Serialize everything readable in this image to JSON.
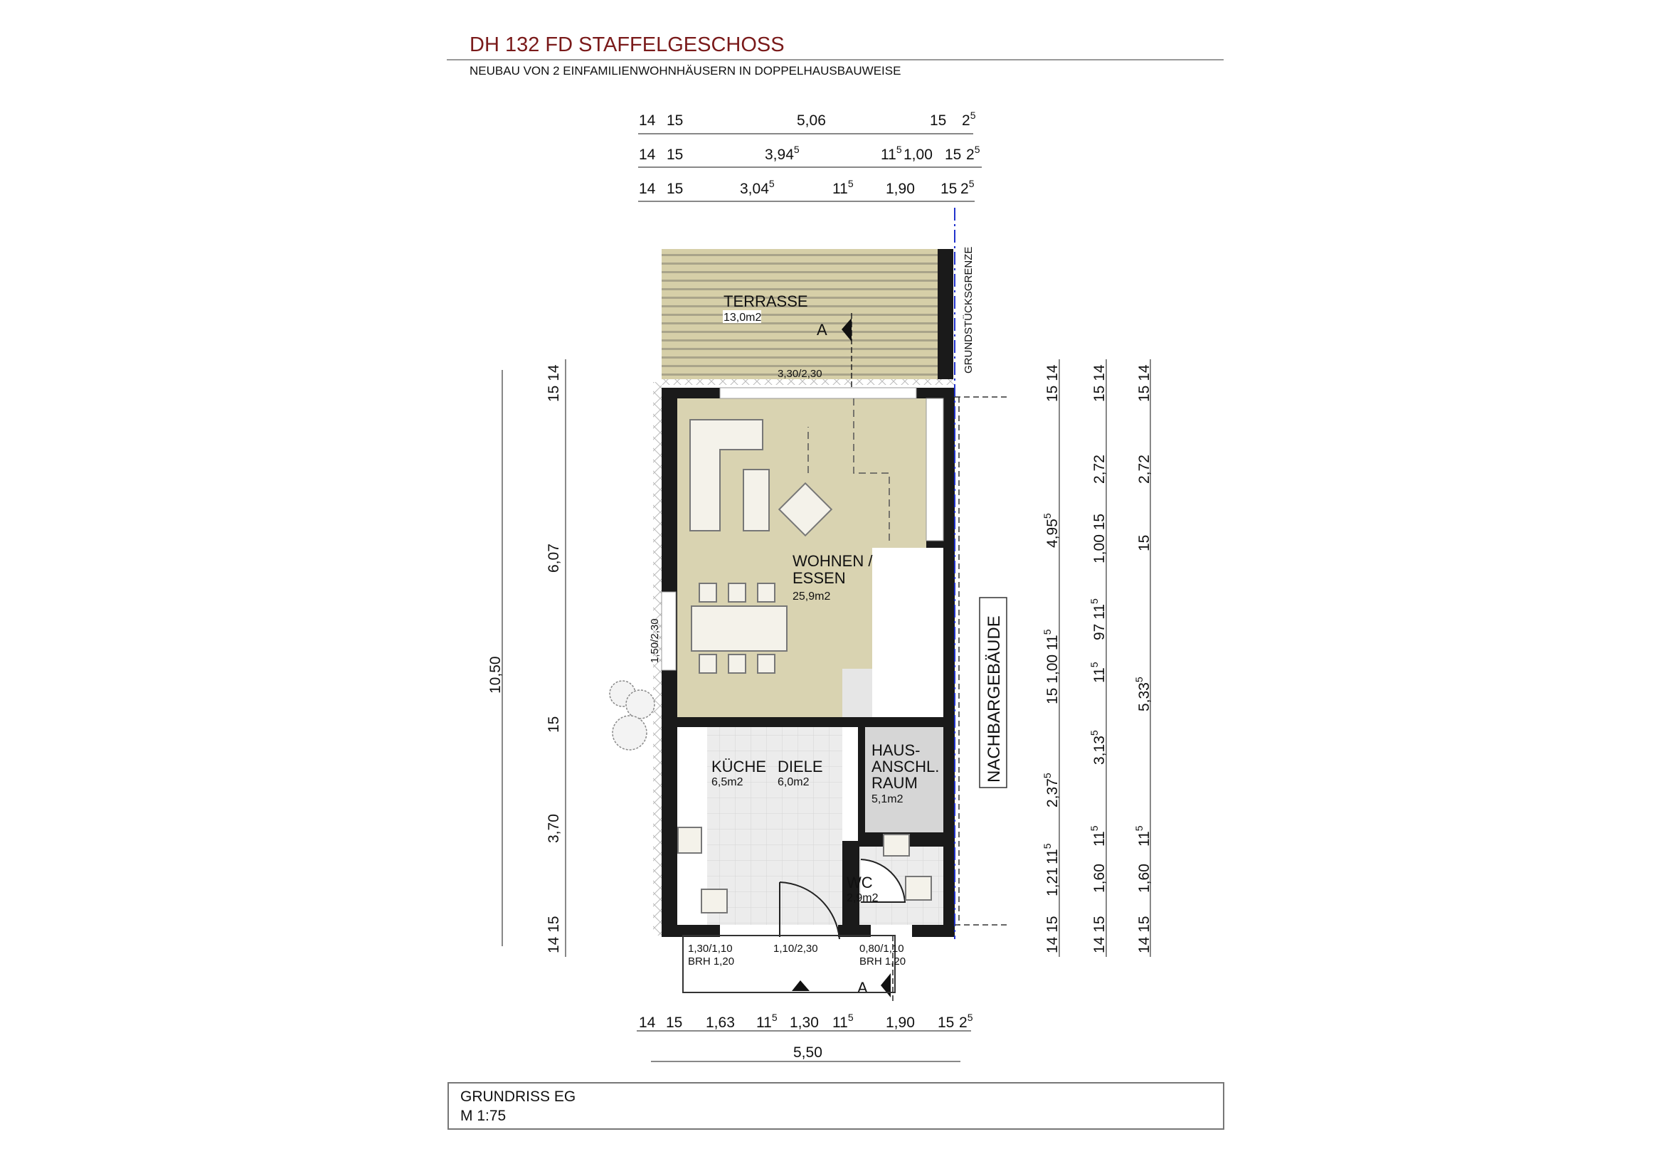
{
  "header": {
    "title": "DH 132 FD STAFFELGESCHOSS",
    "subtitle": "NEUBAU VON 2 EINFAMILIENWOHNHÄUSERN  IN DOPPELHAUSBAUWEISE"
  },
  "colors": {
    "title": "#7a1a1a",
    "living_floor": "#d9d3b1",
    "terrace": "#d4cda6",
    "service_room": "#d6d6d6",
    "tile": "#ececec",
    "boundary": "#2233cc"
  },
  "rooms": {
    "terrace": {
      "name": "TERRASSE",
      "area": "13,0m2"
    },
    "living": {
      "name1": "WOHNEN /",
      "name2": "ESSEN",
      "area": "25,9m2"
    },
    "kitchen": {
      "name": "KÜCHE",
      "area": "6,5m2"
    },
    "hall": {
      "name": "DIELE",
      "area": "6,0m2"
    },
    "utility": {
      "name1": "HAUS-",
      "name2": "ANSCHL.",
      "name3": "RAUM",
      "area": "5,1m2"
    },
    "wc": {
      "name": "WC",
      "area": "2,9m2"
    }
  },
  "openings": {
    "terrace_door": "3,30/2,30",
    "side_window": "1,50/2,30",
    "kitchen_window": "1,30/1,10",
    "kitchen_window_brh": "BRH 1,20",
    "entrance_door": "1,10/2,30",
    "wc_window": "0,80/1,10",
    "wc_window_brh": "BRH 1,20"
  },
  "labels": {
    "section_mark": "A",
    "property_line": "GRUNDSTÜCKSGRENZE",
    "neighbour": "NACHBARGEBÄUDE"
  },
  "dimensions": {
    "top_row1": [
      {
        "t": "14"
      },
      {
        "t": "15"
      },
      {
        "t": "5,06"
      },
      {
        "t": "15"
      },
      {
        "t": "2",
        "sup": "5"
      }
    ],
    "top_row2": [
      {
        "t": "14"
      },
      {
        "t": "15"
      },
      {
        "t": "3,94",
        "sup": "5"
      },
      {
        "t": "11",
        "sup": "5"
      },
      {
        "t": "1,00"
      },
      {
        "t": "15"
      },
      {
        "t": "2",
        "sup": "5"
      }
    ],
    "top_row3": [
      {
        "t": "14"
      },
      {
        "t": "15"
      },
      {
        "t": "3,04",
        "sup": "5"
      },
      {
        "t": "11",
        "sup": "5"
      },
      {
        "t": "1,90"
      },
      {
        "t": "15"
      },
      {
        "t": "2",
        "sup": "5"
      }
    ],
    "bottom_row": [
      {
        "t": "14"
      },
      {
        "t": "15"
      },
      {
        "t": "1,63"
      },
      {
        "t": "11",
        "sup": "5"
      },
      {
        "t": "1,30"
      },
      {
        "t": "11",
        "sup": "5"
      },
      {
        "t": "1,90"
      },
      {
        "t": "15"
      },
      {
        "t": "2",
        "sup": "5"
      }
    ],
    "bottom_total": [
      {
        "t": "5,50"
      }
    ],
    "left_total": [
      {
        "t": "10,50"
      }
    ],
    "left_row": [
      {
        "t": "15 14"
      },
      {
        "t": "6,07"
      },
      {
        "t": "15"
      },
      {
        "t": "3,70"
      },
      {
        "t": "14 15"
      }
    ],
    "right_col1": [
      {
        "t": "15 14"
      },
      {
        "t": "4,95",
        "sup": "5"
      },
      {
        "t": "15 1,00 11",
        "sup": "5"
      },
      {
        "t": "2,37",
        "sup": "5"
      },
      {
        "t": "11",
        "sup": "5"
      },
      {
        "t": "1,21"
      },
      {
        "t": "14 15"
      }
    ],
    "right_col2": [
      {
        "t": "15 14"
      },
      {
        "t": "2,72"
      },
      {
        "t": "1,00 15"
      },
      {
        "t": "97 11",
        "sup": "5"
      },
      {
        "t": "11",
        "sup": "5"
      },
      {
        "t": "3,13",
        "sup": "5"
      },
      {
        "t": "11",
        "sup": "5"
      },
      {
        "t": "1,60"
      },
      {
        "t": "14 15"
      }
    ],
    "right_col3": [
      {
        "t": "15 14"
      },
      {
        "t": "2,72"
      },
      {
        "t": "15"
      },
      {
        "t": "5,33",
        "sup": "5"
      },
      {
        "t": "11",
        "sup": "5"
      },
      {
        "t": "1,60"
      },
      {
        "t": "14 15"
      }
    ]
  },
  "footer": {
    "title": "GRUNDRISS EG",
    "scale": "M 1:75"
  }
}
